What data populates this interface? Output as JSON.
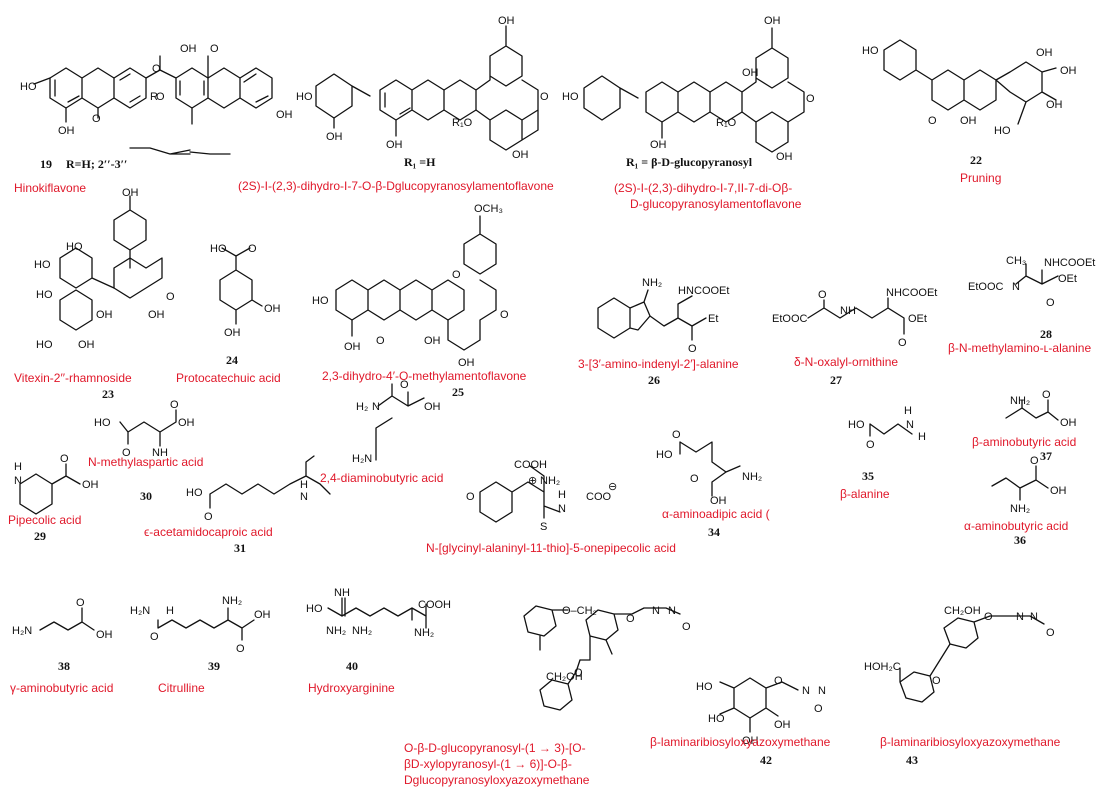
{
  "compounds": [
    {
      "name": "Hinokiflavone",
      "number": "19",
      "note": "R=H;  2′′-3′′"
    },
    {
      "name": "(2S)-I-(2,3)-dihydro-I-7-O-β-Dglucopyranosylamentoflavone",
      "number": "",
      "note": "R₁ =H"
    },
    {
      "name": "(2S)-I-(2,3)-dihydro-I-7,II-7-di-Oβ-",
      "name2": "D-glucopyranosylamentoflavone",
      "number": "",
      "note": "R₁ = β-D-glucopyranosyl"
    },
    {
      "name": "Pruning",
      "number": "22"
    },
    {
      "name": "Vitexin-2′′-rhamnoside",
      "number": "23"
    },
    {
      "name": "Protocatechuic acid",
      "number": "24"
    },
    {
      "name": "2,3-dihydro-4′-O-methylamentoflavone",
      "number": "25"
    },
    {
      "name": "3-[3′-amino-indenyl-2′]-alanine",
      "number": "26"
    },
    {
      "name": "δ-N-oxalyl-ornithine",
      "number": "27"
    },
    {
      "name": "β-N-methylamino-ʟ-alanine",
      "number": "28"
    },
    {
      "name": "Pipecolic acid",
      "number": "29"
    },
    {
      "name": "N-methylaspartic acid",
      "number": "30"
    },
    {
      "name": "ϵ-acetamidocaproic acid",
      "number": "31"
    },
    {
      "name": "2,4-diaminobutyric acid",
      "number": ""
    },
    {
      "name": "N-[glycinyl-alaninyl-11-thio]-5-onepipecolic acid",
      "number": ""
    },
    {
      "name": "α-aminoadipic acid (",
      "number": "34"
    },
    {
      "name": "β-alanine",
      "number": "35"
    },
    {
      "name": "β-aminobutyric acid",
      "number": "37"
    },
    {
      "name": "α-aminobutyric acid",
      "number": "36"
    },
    {
      "name": "γ-aminobutyric acid",
      "number": "38"
    },
    {
      "name": "Citrulline",
      "number": "39"
    },
    {
      "name": "Hydroxyarginine",
      "number": "40"
    },
    {
      "name": "O-β-D-glucopyranosyl-(1 → 3)-[O-",
      "name2": "βD-xylopyranosyl-(1 → 6)]-O-β-",
      "name3": "Dglucopyranosyloxyazoxymethane",
      "number": ""
    },
    {
      "name": "β-laminaribiosyloxyazoxymethane",
      "number": "42"
    },
    {
      "name": "β-laminaribiosyloxyazoxymethane",
      "number": "43"
    }
  ],
  "atoms": {
    "oh": "OH",
    "o": "O",
    "ho": "HO",
    "r": "R",
    "r1o": "R₁O",
    "nh2": "NH₂",
    "h2n": "H₂N",
    "cooh": "COOH",
    "cooet": "COOEt",
    "nhcooet": "NHCOOEt",
    "etooc": "EtOOC",
    "et": "Et",
    "och3": "OCH₃",
    "ch3": "CH₃",
    "n": "N",
    "nh": "NH",
    "h": "H",
    "s": "S",
    "coo": "COO",
    "ch2oh": "CH₂OH",
    "hoh2c": "HOH₂C",
    "och2": "O–CH₂",
    "oet": "OEt",
    "plus": "⊕",
    "minus": "⊖",
    "hn": "HN",
    "ch2": "CH₂",
    "h2": "H₂"
  },
  "colors": {
    "label": "#e0182a",
    "structure": "#111111"
  }
}
